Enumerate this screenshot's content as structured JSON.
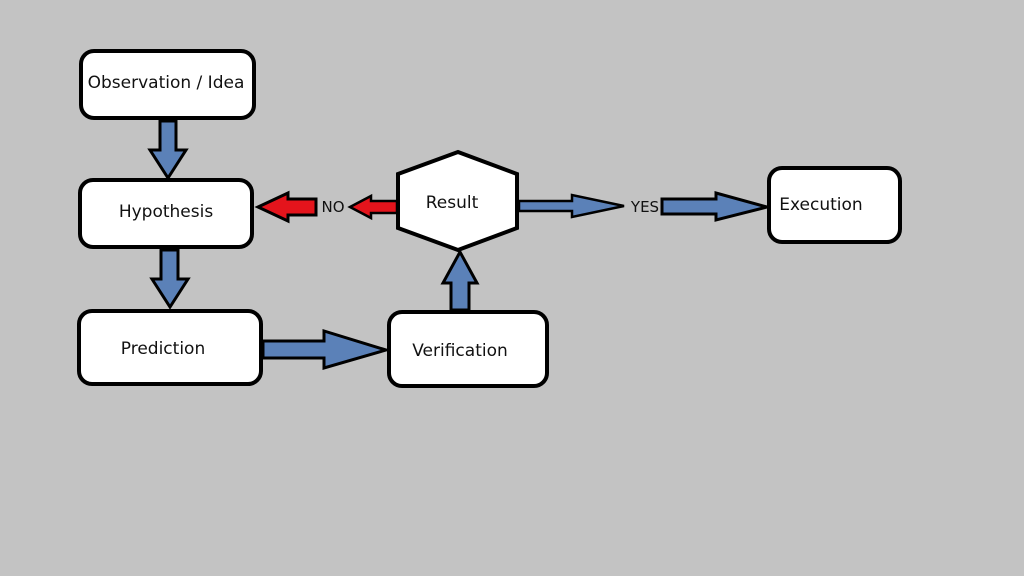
{
  "colors": {
    "background": "#c3c3c3",
    "node_fill": "#ffffff",
    "node_stroke": "#000000",
    "flow_arrow": "#5b81b8",
    "no_arrow": "#e4141c"
  },
  "nodes": {
    "observation": "Observation / Idea",
    "hypothesis": "Hypothesis",
    "prediction": "Prediction",
    "verification": "Verification",
    "result": "Result",
    "execution": "Execution"
  },
  "labels": {
    "no": "NO",
    "yes": "YES"
  }
}
